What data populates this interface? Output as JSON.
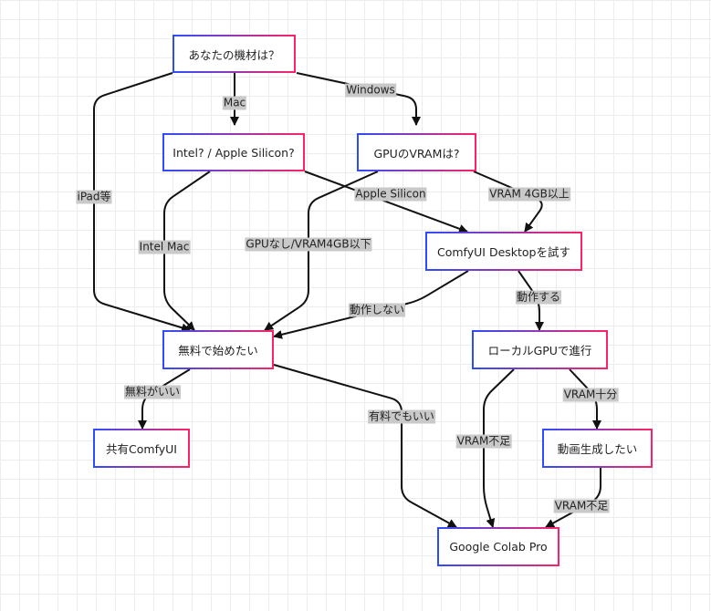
{
  "diagram": {
    "nodes": [
      {
        "id": "kizai",
        "label": "あなたの機材は？"
      },
      {
        "id": "mac",
        "label": "Intel? / Apple Silicon?"
      },
      {
        "id": "gpu",
        "label": "GPUのVRAMは?"
      },
      {
        "id": "desktop",
        "label": "ComfyUI Desktopを試す"
      },
      {
        "id": "free",
        "label": "無料で始めたい"
      },
      {
        "id": "local",
        "label": "ローカルGPUで進行"
      },
      {
        "id": "shared",
        "label": "共有ComfyUI"
      },
      {
        "id": "video",
        "label": "動画生成したい"
      },
      {
        "id": "colab",
        "label": "Google Colab Pro"
      }
    ],
    "edges": [
      {
        "from": "kizai",
        "to": "mac",
        "label": "Mac"
      },
      {
        "from": "kizai",
        "to": "gpu",
        "label": "Windows"
      },
      {
        "from": "kizai",
        "to": "free",
        "label": "iPad等"
      },
      {
        "from": "mac",
        "to": "free",
        "label": "Intel Mac"
      },
      {
        "from": "mac",
        "to": "desktop",
        "label": "Apple Silicon"
      },
      {
        "from": "gpu",
        "to": "free",
        "label": "GPUなし/VRAM4GB以下"
      },
      {
        "from": "gpu",
        "to": "desktop",
        "label": "VRAM 4GB以上"
      },
      {
        "from": "desktop",
        "to": "free",
        "label": "動作しない"
      },
      {
        "from": "desktop",
        "to": "local",
        "label": "動作する"
      },
      {
        "from": "free",
        "to": "shared",
        "label": "無料がいい"
      },
      {
        "from": "free",
        "to": "colab",
        "label": "有料でもいい"
      },
      {
        "from": "local",
        "to": "video",
        "label": "VRAM十分"
      },
      {
        "from": "local",
        "to": "colab",
        "label": "VRAM不足"
      },
      {
        "from": "video",
        "to": "colab",
        "label": "VRAM不足"
      }
    ]
  }
}
